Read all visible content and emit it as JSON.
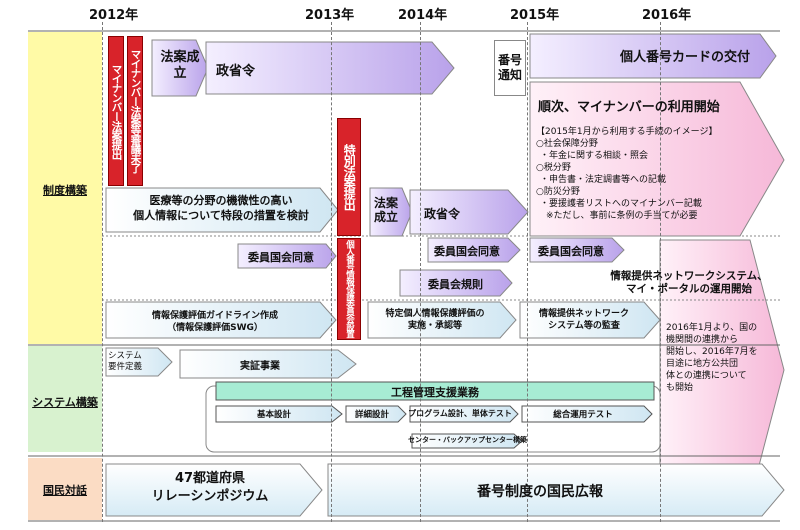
{
  "years": [
    "2012年",
    "2013年",
    "2014年",
    "2015年",
    "2016年"
  ],
  "categories": {
    "seido": "制度構築",
    "system": "システム構築",
    "kokumin": "国民対話"
  },
  "red_bars": {
    "bill1": "マイナンバー法案提出",
    "bill2": "マイナンバー法案等審議未了",
    "special": "特別法案提出",
    "committee": "個人番号情報保護委員会設置"
  },
  "seido": {
    "hoan_seiritsu": "法案成立",
    "seishorei": "政省令",
    "bango_tsuchi": "番号通知",
    "card": "個人番号カードの交付",
    "riyou": "順次、マイナンバーの利用開始",
    "image_title": "【2015年1月から利用する手続のイメージ】",
    "image_lines": [
      "○社会保障分野",
      "・年金に関する相談・照会",
      "○税分野",
      "・申告書・法定調書等への記載",
      "○防災分野",
      "・要援護者リストへのマイナンバー記載",
      "※ただし、事前に条例の手当てが必要"
    ],
    "iryo": [
      "医療等の分野の機微性の高い",
      "個人情報について特段の措置を検討"
    ],
    "hoan_seiritsu2": "法案成立",
    "seishorei2": "政省令",
    "iin_doui1": "委員国会同意",
    "iin_doui2": "委員国会同意",
    "iin_doui3": "委員国会同意",
    "iinkai_kisoku": "委員会規則",
    "guideline": [
      "情報保護評価ガイドライン作成",
      "（情報保護評価SWG）"
    ],
    "tokutei": [
      "特定個人情報保護評価の",
      "実施・承認等"
    ],
    "kansa": [
      "情報提供ネットワーク",
      "システム等の監査"
    ],
    "network": [
      "情報提供ネットワークシステム、",
      "マイ・ポータルの運用開始"
    ],
    "chihou": [
      "2016年1月より、国の",
      "機関間の連携から",
      "開始し、2016年7月を",
      "目途に地方公共団",
      "体との連携について",
      "も開始"
    ]
  },
  "system": {
    "youken": [
      "システム",
      "要件定義"
    ],
    "jissho": "実証事業",
    "koutei": "工程管理支援業務",
    "kihon": "基本設計",
    "shousai": "詳細設計",
    "program": "プログラム設計、単体テスト",
    "sougou": "総合運用テスト",
    "center": "センター・バックアップセンター構築"
  },
  "kokumin": {
    "symposium": [
      "47都道府県",
      "リレーシンポジウム"
    ],
    "kouhou": "番号制度の国民広報"
  },
  "colors": {
    "purple": "#c9b8ee",
    "pink": "#f7c2de",
    "lightblue": "#d8ecf5",
    "red": "#d8232a",
    "yellow_cat": "#fffaa6",
    "green_cat": "#d8f2cf",
    "orange_cat": "#fbdcc4",
    "teal": "#a7ecd4"
  }
}
